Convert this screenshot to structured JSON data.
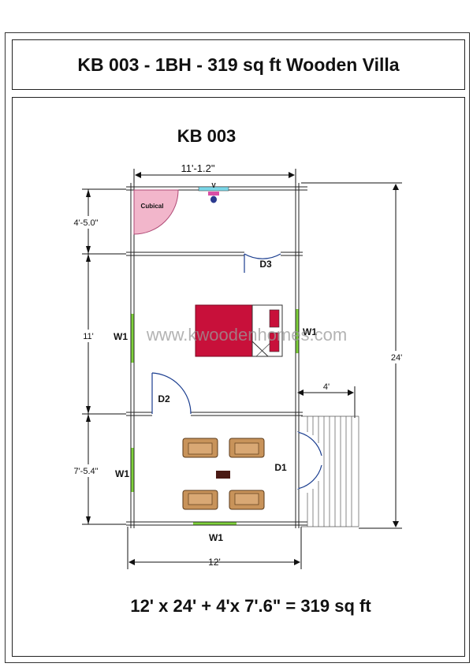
{
  "header": {
    "title": "KB 003 - 1BH - 319 sq ft Wooden Villa"
  },
  "plan": {
    "model": "KB 003",
    "dims": {
      "top_width": "11'-1.2\"",
      "bottom_width": "12'",
      "cubical_height": "4'-5.0\"",
      "bedroom_height": "11'",
      "living_height": "7'-5.4\"",
      "total_height": "24'",
      "porch_width": "4'"
    },
    "rooms": {
      "cubical": "Cubical"
    },
    "doors": {
      "d1": "D1",
      "d2": "D2",
      "d3": "D3"
    },
    "windows": {
      "w_bed_left": "W1",
      "w_bed_right": "W1",
      "w_living_left": "W1",
      "w_bottom": "W1"
    },
    "fixture_label": "V",
    "watermark": "www.kwoodenhomes.com",
    "formula": "12' x 24' + 4'x 7'.6\" = 319 sq ft"
  },
  "colors": {
    "bed": "#c8103a",
    "window": "#7ed13a",
    "cubical": "#f2b6cb",
    "chair": "#c8935a",
    "door_arc": "#1a3d8f"
  }
}
